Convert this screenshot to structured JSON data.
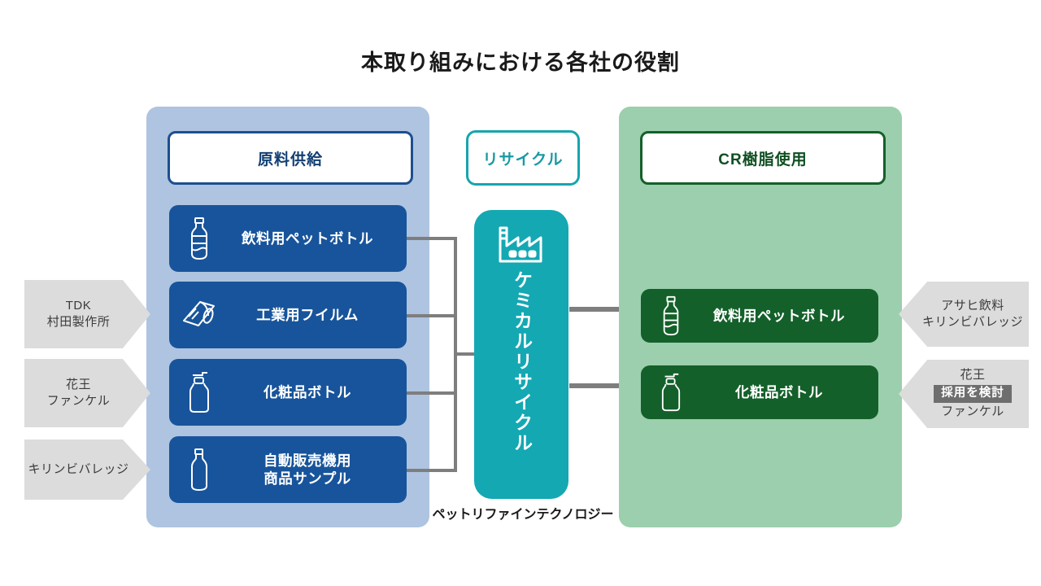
{
  "title": "本取り組みにおける各社の役割",
  "colors": {
    "panel_supply_bg": "#aec4e0",
    "panel_use_bg": "#9ccfad",
    "item_blue": "#18549b",
    "item_green": "#14602a",
    "recycle_teal": "#14a8b3",
    "tag_gray": "#dcdcdc",
    "connector_gray": "#7e7e7e",
    "badge_gray": "#6e6e6e"
  },
  "supply_panel": {
    "header": "原料供給",
    "items": [
      {
        "label": "飲料用ペットボトル",
        "icon": "pet-bottle-icon"
      },
      {
        "label": "工業用フイルム",
        "icon": "film-roll-icon"
      },
      {
        "label": "化粧品ボトル",
        "icon": "pump-bottle-icon"
      },
      {
        "label": "自動販売機用\n商品サンプル",
        "icon": "sample-bottle-icon"
      }
    ]
  },
  "recycle": {
    "header": "リサイクル",
    "pillar_label": "ケミカルリサイクル",
    "pillar_icon": "factory-icon",
    "caption": "ペットリファインテクノロジー"
  },
  "use_panel": {
    "header": "CR樹脂使用",
    "items": [
      {
        "label": "飲料用ペットボトル",
        "icon": "pet-bottle-icon"
      },
      {
        "label": "化粧品ボトル",
        "icon": "pump-bottle-icon"
      }
    ]
  },
  "suppliers": [
    {
      "line1": "TDK",
      "line2": "村田製作所"
    },
    {
      "line1": "花王",
      "line2": "ファンケル"
    },
    {
      "line1": "キリンビバレッジ",
      "line2": ""
    }
  ],
  "adopters": [
    {
      "line1": "アサヒ飲料",
      "badge": "",
      "line2": "キリンビバレッジ"
    },
    {
      "line1": "花王",
      "badge": "採用を検討",
      "line2": "ファンケル"
    }
  ]
}
